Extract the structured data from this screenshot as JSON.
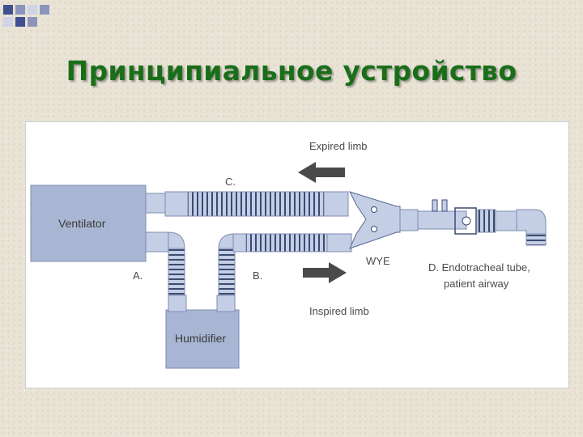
{
  "slide": {
    "title": "Принципиальное устройство"
  },
  "diagram": {
    "ventilator_label": "Ventilator",
    "humidifier_label": "Humidifier",
    "expired_limb_label": "Expired limb",
    "inspired_limb_label": "Inspired limb",
    "label_a": "A.",
    "label_b": "B.",
    "label_c": "C.",
    "wye_label": "WYE",
    "endotracheal_line1": "D. Endotracheal tube,",
    "endotracheal_line2": "patient airway"
  },
  "colors": {
    "title": "#1a6e1a",
    "box_fill": "#a9b6d3",
    "tube_fill": "#c4cfe6",
    "rib": "#3c4a70",
    "arrow": "#4a4a4a",
    "decor_squares": "#3f4f8f"
  }
}
